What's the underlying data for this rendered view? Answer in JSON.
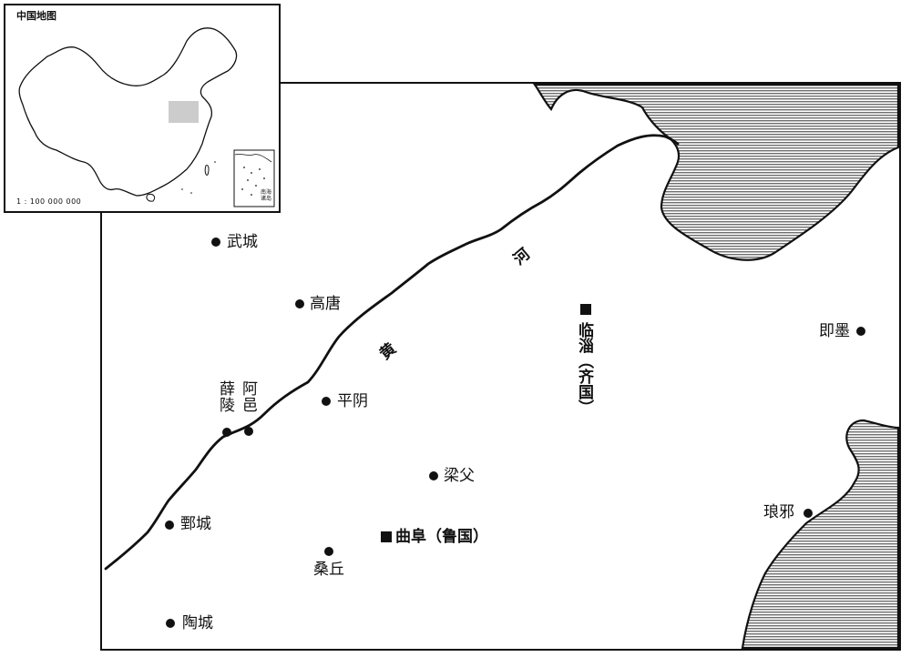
{
  "inset": {
    "title": "中国地图",
    "scale": "1 : 100 000 000",
    "south_sea_label": "南海诸岛"
  },
  "river": {
    "char1": "黄",
    "char2": "河"
  },
  "places": {
    "wucheng": "武城",
    "gaotang": "高唐",
    "xueling": "薛陵",
    "ayi": "阿邑",
    "pingyin": "平阴",
    "liangfu": "梁父",
    "juancheng": "鄄城",
    "qufu": "曲阜（鲁国）",
    "sangqiu": "桑丘",
    "taocheng": "陶城",
    "linzi": "临淄（齐国）",
    "jimo": "即墨",
    "langye": "琅邪"
  },
  "colors": {
    "sea_hatch": "#555555",
    "highlight": "#cccccc",
    "line": "#111111"
  }
}
